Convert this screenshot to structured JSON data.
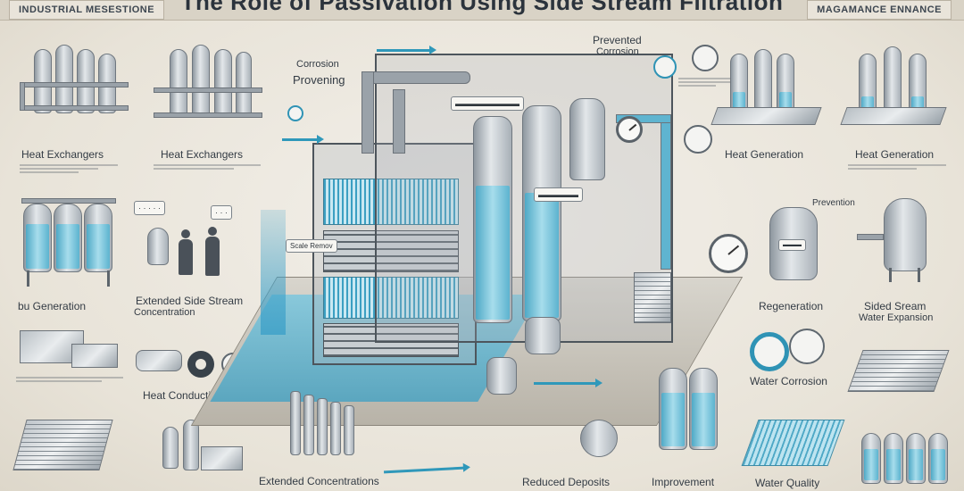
{
  "header": {
    "title": "The Role of Passivation Using Side Stream Filtration",
    "corner_left": "INDUSTRIAL MESESTIONE",
    "corner_right": "MAGAMANCE ENNANCE"
  },
  "labels": {
    "heat_exchangers_1": "Heat Exchangers",
    "heat_exchangers_2": "Heat Exchangers",
    "preventing_top": "Corrosion",
    "preventing": "Provening",
    "prevented_corrosion_line1": "Prevented",
    "prevented_corrosion_line2": "Corrosion",
    "heat_generation": "Heat Generation",
    "heat_generation_2": "Heat Generation",
    "bio_generation": "bu Generation",
    "extended_side_stream_line1": "Extended Side Stream",
    "extended_side_stream_line2": "Concentration",
    "heat_conduction": "Heat Conduction",
    "scale_removal": "Scale Remov",
    "proliferation": "Prevention",
    "regeneration": "Regeneration",
    "sided_stream_line1": "Sided Sream",
    "sided_stream_line2": "Water Expansion",
    "water_corrosion": "Water Corrosion",
    "extended_concentrations": "Extended Concentrations",
    "reduced_deposits": "Reduced Deposits",
    "improvement": "Improvement",
    "water_quality": "Water Quality"
  },
  "icons": [
    "gear-icon",
    "recycle-icon",
    "gauge-icon",
    "fan-icon",
    "water-drop-icon",
    "arrow-icon"
  ],
  "colors": {
    "accent": "#2f98ba",
    "steel": "#9aa2a9",
    "water": "#4ea8c6"
  }
}
